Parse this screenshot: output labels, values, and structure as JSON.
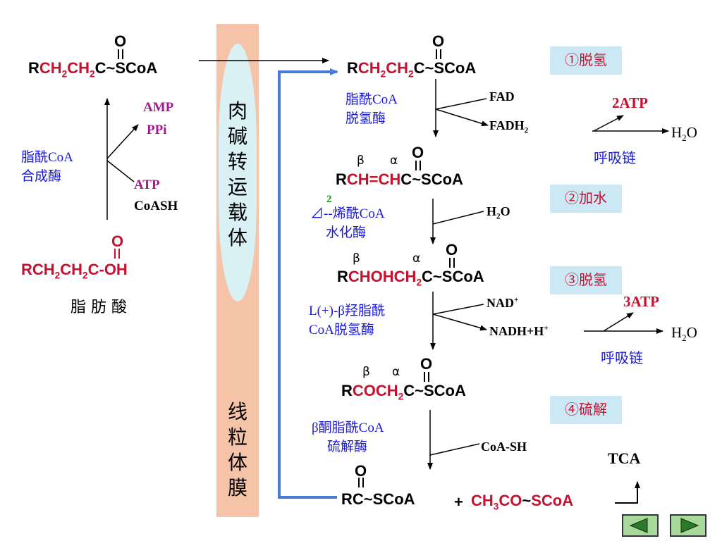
{
  "left": {
    "acylcoa": {
      "r": "R",
      "ch2ch2": [
        "CH",
        "2",
        "CH",
        "2"
      ],
      "c": "C",
      "tail": "~SCoA",
      "o": "O"
    },
    "enzyme": [
      "脂酰CoA",
      "合成酶"
    ],
    "amp": "AMP",
    "ppi": "PPi",
    "atp": "ATP",
    "coash": "CoASH",
    "fattyacid": {
      "r": "RCH",
      "s1": "2",
      "ch": "CH",
      "s2": "2",
      "tail": "C-OH",
      "o": "O"
    },
    "fattyacid_label": "脂 肪 酸"
  },
  "membrane": {
    "carrier_label": [
      "肉",
      "碱",
      "转",
      "运",
      "载",
      "体"
    ],
    "membrane_label": [
      "线",
      "粒",
      "体",
      "膜"
    ]
  },
  "right": {
    "m1": {
      "r": "R",
      "ch2ch2": [
        "CH",
        "2",
        "CH",
        "2"
      ],
      "c": "C",
      "tail": "~SCoA",
      "o": "O"
    },
    "enz1": [
      "脂酰CoA",
      "脱氢酶"
    ],
    "fad": "FAD",
    "fadh2": {
      "base": "FADH",
      "sub": "2"
    },
    "step1": "①脱氢",
    "atp2": "2ATP",
    "h2o_1": {
      "h": "H",
      "sub": "2",
      "o": "O"
    },
    "resp1": "呼吸链",
    "m2": {
      "beta": "β",
      "alpha": "α",
      "r": "R",
      "mid": "CH=CH",
      "c": "C",
      "tail": "~SCoA",
      "o": "O"
    },
    "enz2": {
      "prefix": "2",
      "line1": "⊿--烯酰CoA",
      "line2": "水化酶"
    },
    "h2o_2": {
      "h": "H",
      "sub": "2",
      "o": "O"
    },
    "step2": "②加水",
    "m3": {
      "beta": "β",
      "alpha": "α",
      "r": "R",
      "mid": "CHOHCH",
      "sub": "2",
      "c": "C",
      "tail": "~SCoA",
      "o": "O"
    },
    "enz3": [
      "L(+)-β羟脂酰",
      "CoA脱氢酶"
    ],
    "nad": {
      "base": "NAD",
      "sup": "+"
    },
    "nadh": {
      "base": "NADH+H",
      "sup": "+"
    },
    "step3": "③脱氢",
    "atp3": "3ATP",
    "h2o_3": {
      "h": "H",
      "sub": "2",
      "o": "O"
    },
    "resp2": "呼吸链",
    "m4": {
      "beta": "β",
      "alpha": "α",
      "r": "R",
      "mid": "COCH",
      "sub": "2",
      "c": "C",
      "tail": "~SCoA",
      "o": "O"
    },
    "enz4": [
      "β酮脂酰CoA",
      "硫解酶"
    ],
    "coash": "CoA-SH",
    "step4": "④硫解",
    "tca": "TCA",
    "p1": {
      "r": "R",
      "c": "C",
      "tail": "~SCoA",
      "o": "O"
    },
    "plus": "+",
    "acetyl": {
      "a": "CH",
      "sub": "3",
      "b": "CO",
      "tilde": "~",
      "c": "SCoA"
    }
  },
  "nav": {
    "prev_icon": "triangle-left-icon",
    "next_icon": "triangle-right-icon"
  },
  "colors": {
    "red": "#c8102e",
    "blue": "#1a1ad6",
    "membrane": "#f5c4a8",
    "carrier": "#d9f1f5",
    "step_bg": "#cde8f5",
    "connector": "#4a7ad8"
  }
}
